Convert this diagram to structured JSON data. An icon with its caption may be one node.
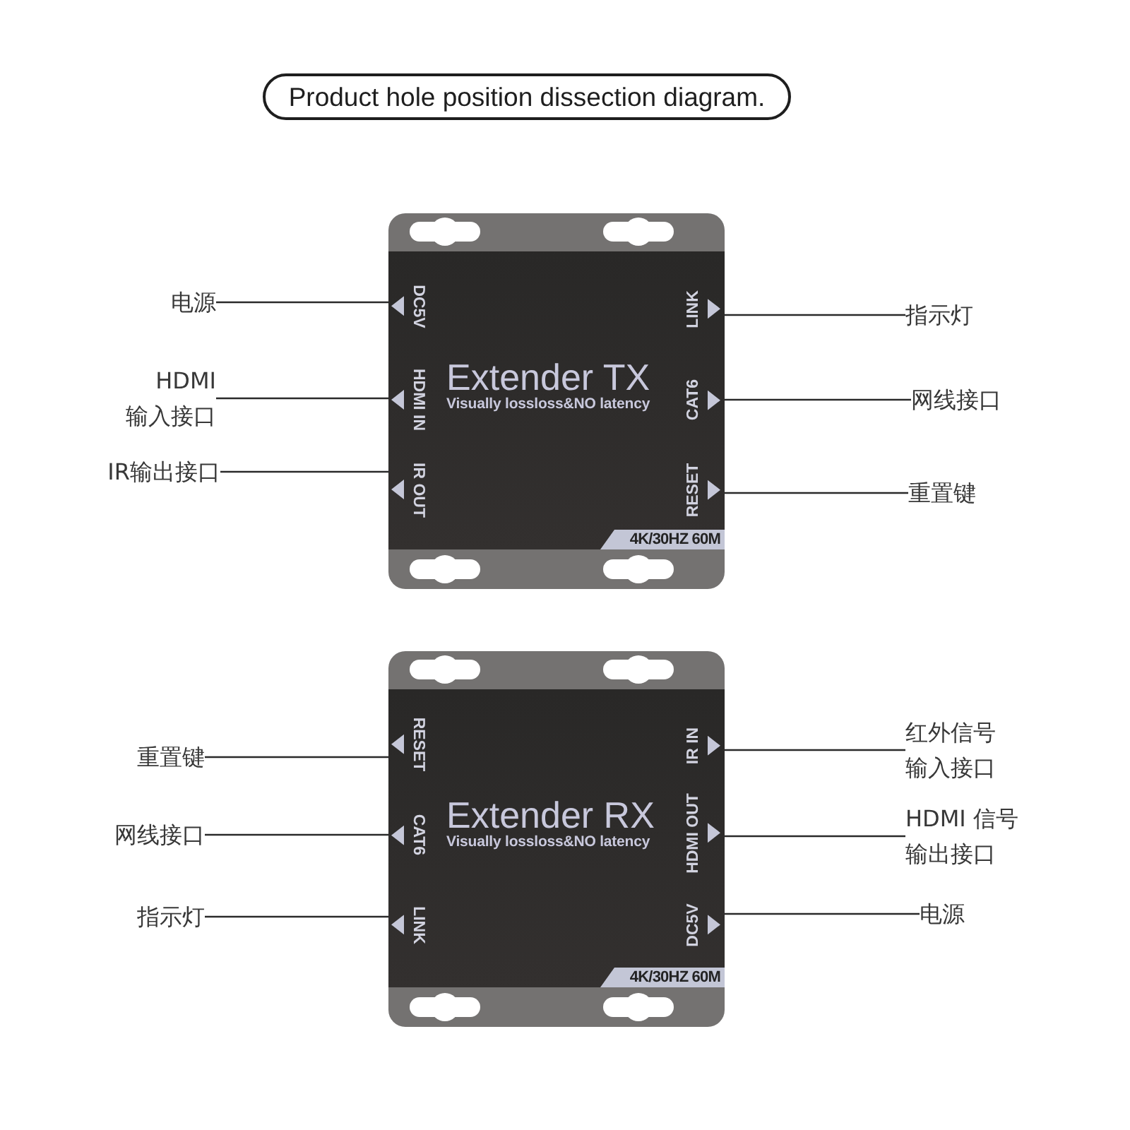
{
  "diagram": {
    "title": "Product hole position dissection diagram.",
    "nodes": [
      {
        "text": [
          "Extender TX",
          "Visually lossloss&NO latency"
        ]
      },
      {
        "text": [
          "4K/30HZ 60M"
        ],
        "in": 0
      },
      {
        "text": [
          "DC5V"
        ],
        "in": 0
      },
      {
        "text": [
          "HDMI IN"
        ],
        "in": 0
      },
      {
        "text": [
          "IR OUT"
        ],
        "in": 0
      },
      {
        "text": [
          "LINK"
        ],
        "in": 0
      },
      {
        "text": [
          "CAT6"
        ],
        "in": 0
      },
      {
        "text": [
          "RESET"
        ],
        "in": 0
      },
      {
        "text": [
          "电源"
        ]
      },
      {
        "text": [
          "HDMI 输入接口"
        ]
      },
      {
        "text": [
          "IR输出接口"
        ]
      },
      {
        "text": [
          "指示灯"
        ]
      },
      {
        "text": [
          "网线接口"
        ]
      },
      {
        "text": [
          "重置键"
        ]
      },
      {
        "text": [
          "Extender RX",
          "Visually lossloss&NO latency"
        ]
      },
      {
        "text": [
          "4K/30HZ 60M"
        ],
        "in": 14
      },
      {
        "text": [
          "RESET"
        ],
        "in": 14
      },
      {
        "text": [
          "CAT6"
        ],
        "in": 14
      },
      {
        "text": [
          "LINK"
        ],
        "in": 14
      },
      {
        "text": [
          "IR IN"
        ],
        "in": 14
      },
      {
        "text": [
          "HDMI OUT"
        ],
        "in": 14
      },
      {
        "text": [
          "DC5V"
        ],
        "in": 14
      },
      {
        "text": [
          "重置键"
        ]
      },
      {
        "text": [
          "网线接口"
        ]
      },
      {
        "text": [
          "指示灯"
        ]
      },
      {
        "text": [
          "红外信号输入接口"
        ]
      },
      {
        "text": [
          "HDMI 信号输出接口"
        ]
      },
      {
        "text": [
          "电源"
        ]
      }
    ],
    "edges": [
      {
        "from": 8,
        "to": 2,
        "arrow": "none"
      },
      {
        "from": 9,
        "to": 3,
        "arrow": "none"
      },
      {
        "from": 10,
        "to": 4,
        "arrow": "none"
      },
      {
        "from": 11,
        "to": 5,
        "arrow": "none"
      },
      {
        "from": 12,
        "to": 6,
        "arrow": "none"
      },
      {
        "from": 13,
        "to": 7,
        "arrow": "none"
      },
      {
        "from": 22,
        "to": 16,
        "arrow": "none"
      },
      {
        "from": 23,
        "to": 17,
        "arrow": "none"
      },
      {
        "from": 24,
        "to": 18,
        "arrow": "none"
      },
      {
        "from": 25,
        "to": 19,
        "arrow": "none"
      },
      {
        "from": 26,
        "to": 20,
        "arrow": "none"
      },
      {
        "from": 27,
        "to": 21,
        "arrow": "none"
      }
    ]
  }
}
